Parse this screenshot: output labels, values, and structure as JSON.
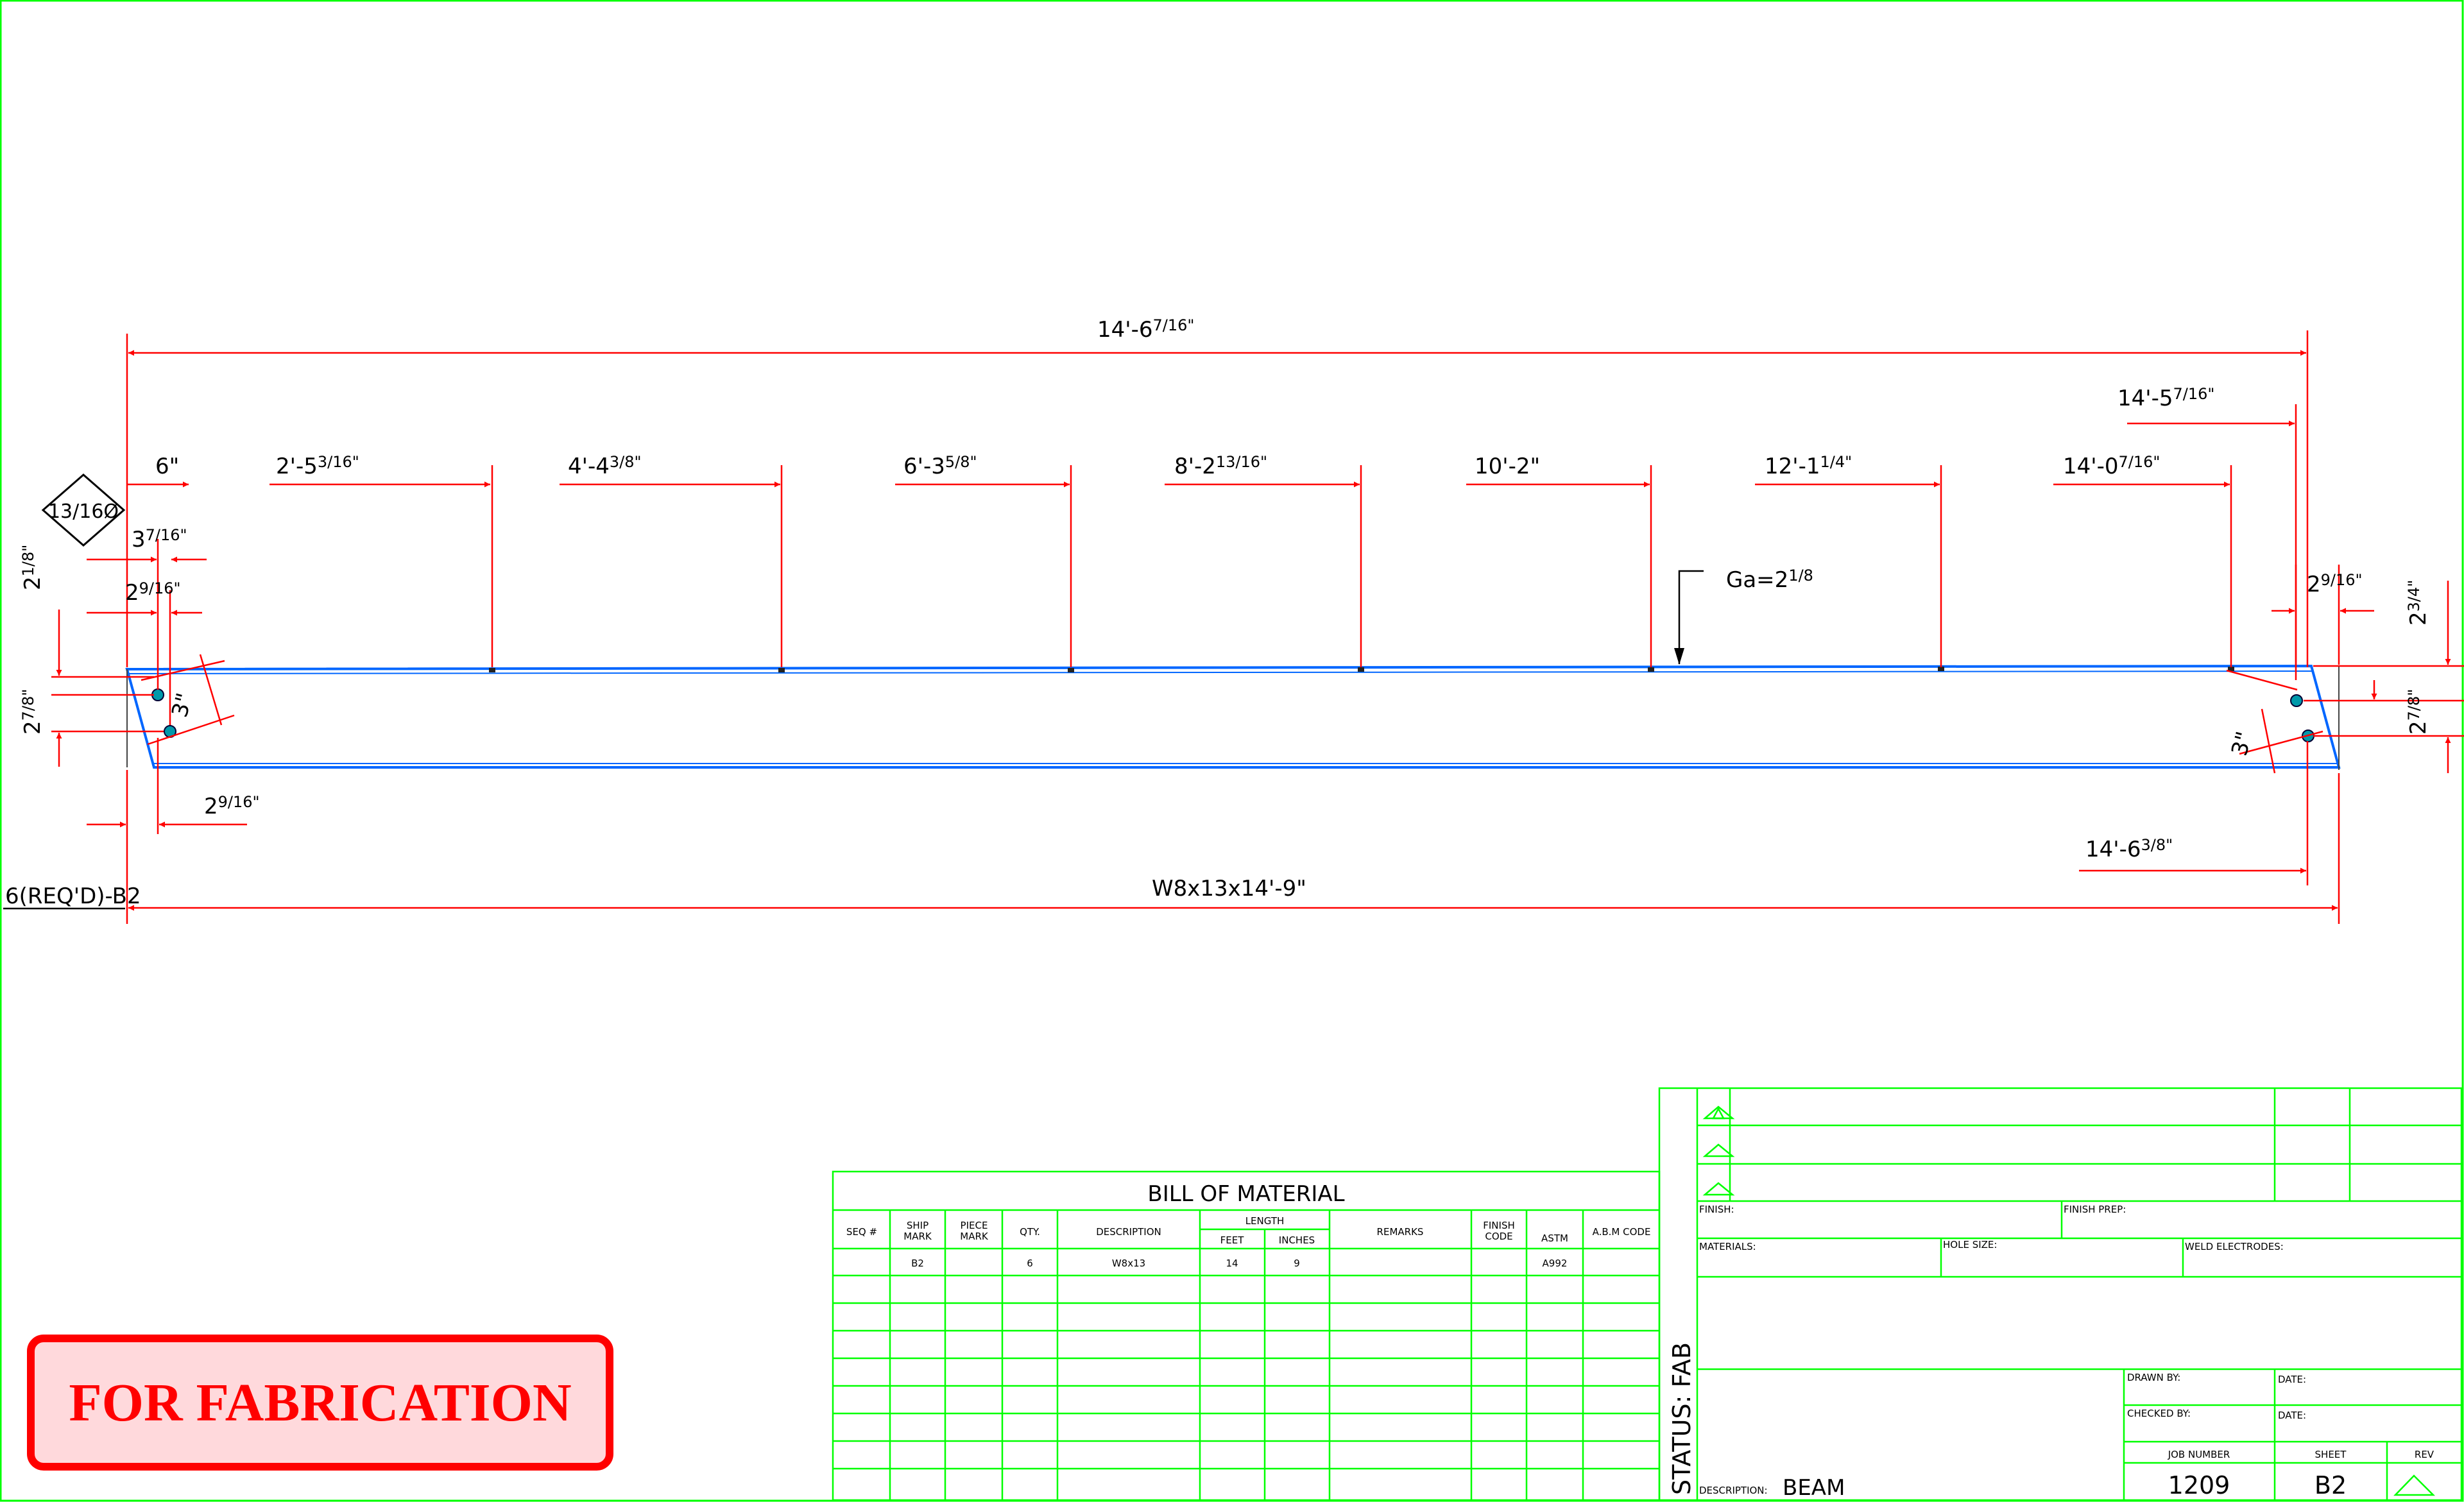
{
  "drawing": {
    "overall_length": "14'-6",
    "overall_length_frac": "7/16\"",
    "right_hole_dim": "14'-5",
    "right_hole_frac": "7/16\"",
    "end_left_dim": "6\"",
    "hole_callouts": [
      {
        "main": "2'-5",
        "frac": "3/16\""
      },
      {
        "main": "4'-4",
        "frac": "3/8\""
      },
      {
        "main": "6'-3",
        "frac": "5/8\""
      },
      {
        "main": "8'-2",
        "frac": "13/16\""
      },
      {
        "main": "10'-2\"",
        "frac": ""
      },
      {
        "main": "12'-1",
        "frac": "1/4\""
      },
      {
        "main": "14'-0",
        "frac": "7/16\""
      }
    ],
    "hole_size": "13/16Ø",
    "gage": "Ga=2",
    "gage_frac": "1/8",
    "left_3_7_16": "3",
    "left_3_7_16_frac": "7/16\"",
    "left_2_9_16": "2",
    "left_2_9_16_frac": "9/16\"",
    "left_2_1_8": "2",
    "left_2_1_8_frac": "1/8\"",
    "left_2_7_8": "2",
    "left_2_7_8_frac": "7/8\"",
    "bottom_2_9_16": "2",
    "bottom_2_9_16_frac": "9/16\"",
    "right_2_9_16": "2",
    "right_2_9_16_frac": "9/16\"",
    "right_2_3_4": "2",
    "right_2_3_4_frac": "3/4\"",
    "right_2_7_8": "2",
    "right_2_7_8_frac": "7/8\"",
    "three_inch": "3\"",
    "bottom_right_dim": "14'-6",
    "bottom_right_frac": "3/8\"",
    "member_label": "W8x13x14'-9\"",
    "mark_label": "6(REQ'D)-B2"
  },
  "bom": {
    "title": "BILL OF MATERIAL",
    "headers": [
      "SEQ #",
      "SHIP MARK",
      "PIECE MARK",
      "QTY.",
      "DESCRIPTION",
      "LENGTH",
      "FEET",
      "INCHES",
      "REMARKS",
      "FINISH CODE",
      "ASTM",
      "A.B.M CODE"
    ],
    "row": [
      "",
      "B2",
      "",
      "6",
      "W8x13",
      "14",
      "9",
      "",
      "",
      "A992",
      ""
    ]
  },
  "title_block": {
    "status": "STATUS: FAB",
    "finish": "FINISH:",
    "finish_prep": "FINISH PREP:",
    "materials": "MATERIALS:",
    "hole_size": "HOLE SIZE:",
    "weld_electrodes": "WELD ELECTRODES:",
    "drawn_by": "DRAWN BY:",
    "date1": "DATE:",
    "checked_by": "CHECKED BY:",
    "date2": "DATE:",
    "job_number_label": "JOB NUMBER",
    "sheet_label": "SHEET",
    "rev_label": "REV",
    "description_label": "DESCRIPTION:",
    "description": "BEAM",
    "job_number": "1209",
    "sheet": "B2"
  },
  "stamp": "FOR FABRICATION",
  "colors": {
    "frame": "#00ff00",
    "dim": "#ff0000",
    "member": "#0066ff",
    "hole": "#0099aa",
    "stamp": "#ff0000"
  }
}
